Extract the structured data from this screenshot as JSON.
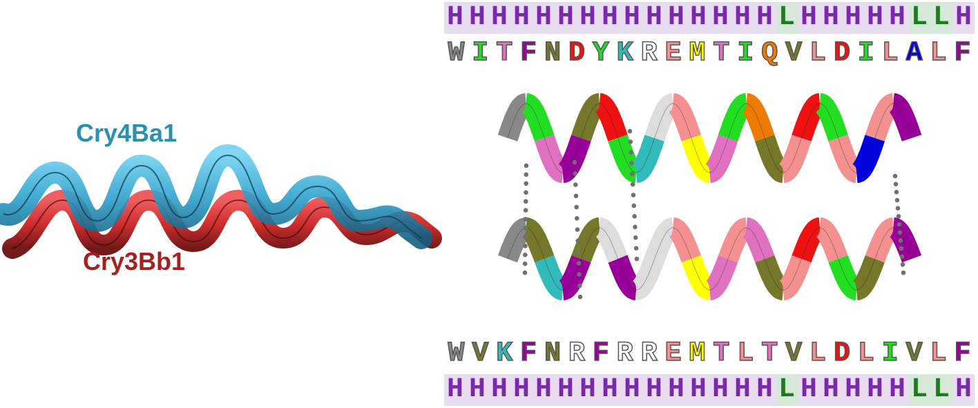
{
  "labels": {
    "top_protein": "Cry4Ba1",
    "bottom_protein": "Cry3Bb1"
  },
  "top_structure": "HHHHHHHHHHHHHHHLHHHHHLLH",
  "top_sequence": [
    {
      "aa": "W",
      "color": "#888888"
    },
    {
      "aa": "I",
      "color": "#22dd22"
    },
    {
      "aa": "T",
      "color": "#e070c0"
    },
    {
      "aa": "F",
      "color": "#990099"
    },
    {
      "aa": "N",
      "color": "#77772a"
    },
    {
      "aa": "D",
      "color": "#ee1111"
    },
    {
      "aa": "Y",
      "color": "#22dd22"
    },
    {
      "aa": "K",
      "color": "#33bbbb"
    },
    {
      "aa": "R",
      "color": "#ffffff"
    },
    {
      "aa": "E",
      "color": "#f59090"
    },
    {
      "aa": "M",
      "color": "#ffff00"
    },
    {
      "aa": "T",
      "color": "#e070c0"
    },
    {
      "aa": "I",
      "color": "#22dd22"
    },
    {
      "aa": "Q",
      "color": "#ee7a00"
    },
    {
      "aa": "V",
      "color": "#77772a"
    },
    {
      "aa": "L",
      "color": "#f59090"
    },
    {
      "aa": "D",
      "color": "#ee1111"
    },
    {
      "aa": "I",
      "color": "#22dd22"
    },
    {
      "aa": "L",
      "color": "#f59090"
    },
    {
      "aa": "A",
      "color": "#0000dd"
    },
    {
      "aa": "L",
      "color": "#f59090"
    },
    {
      "aa": "F",
      "color": "#990099"
    }
  ],
  "bottom_sequence": [
    {
      "aa": "W",
      "color": "#888888"
    },
    {
      "aa": "V",
      "color": "#77772a"
    },
    {
      "aa": "K",
      "color": "#33bbbb"
    },
    {
      "aa": "F",
      "color": "#990099"
    },
    {
      "aa": "N",
      "color": "#77772a"
    },
    {
      "aa": "R",
      "color": "#ffffff"
    },
    {
      "aa": "F",
      "color": "#990099"
    },
    {
      "aa": "R",
      "color": "#ffffff"
    },
    {
      "aa": "R",
      "color": "#ffffff"
    },
    {
      "aa": "E",
      "color": "#f59090"
    },
    {
      "aa": "M",
      "color": "#ffff00"
    },
    {
      "aa": "T",
      "color": "#e070c0"
    },
    {
      "aa": "L",
      "color": "#f59090"
    },
    {
      "aa": "T",
      "color": "#e070c0"
    },
    {
      "aa": "V",
      "color": "#77772a"
    },
    {
      "aa": "L",
      "color": "#f59090"
    },
    {
      "aa": "D",
      "color": "#ee1111"
    },
    {
      "aa": "L",
      "color": "#f59090"
    },
    {
      "aa": "I",
      "color": "#22dd22"
    },
    {
      "aa": "V",
      "color": "#77772a"
    },
    {
      "aa": "L",
      "color": "#f59090"
    },
    {
      "aa": "F",
      "color": "#990099"
    }
  ],
  "bottom_structure": "HHHHHHHHHHHHHHHLHHHHHLLH",
  "colors": {
    "cry4_ribbon": "#2aa0cc",
    "cry3_ribbon": "#cc2222",
    "helix_H": "#7a2aa8",
    "helix_L": "#1e7a1e",
    "dots": "#707070"
  }
}
